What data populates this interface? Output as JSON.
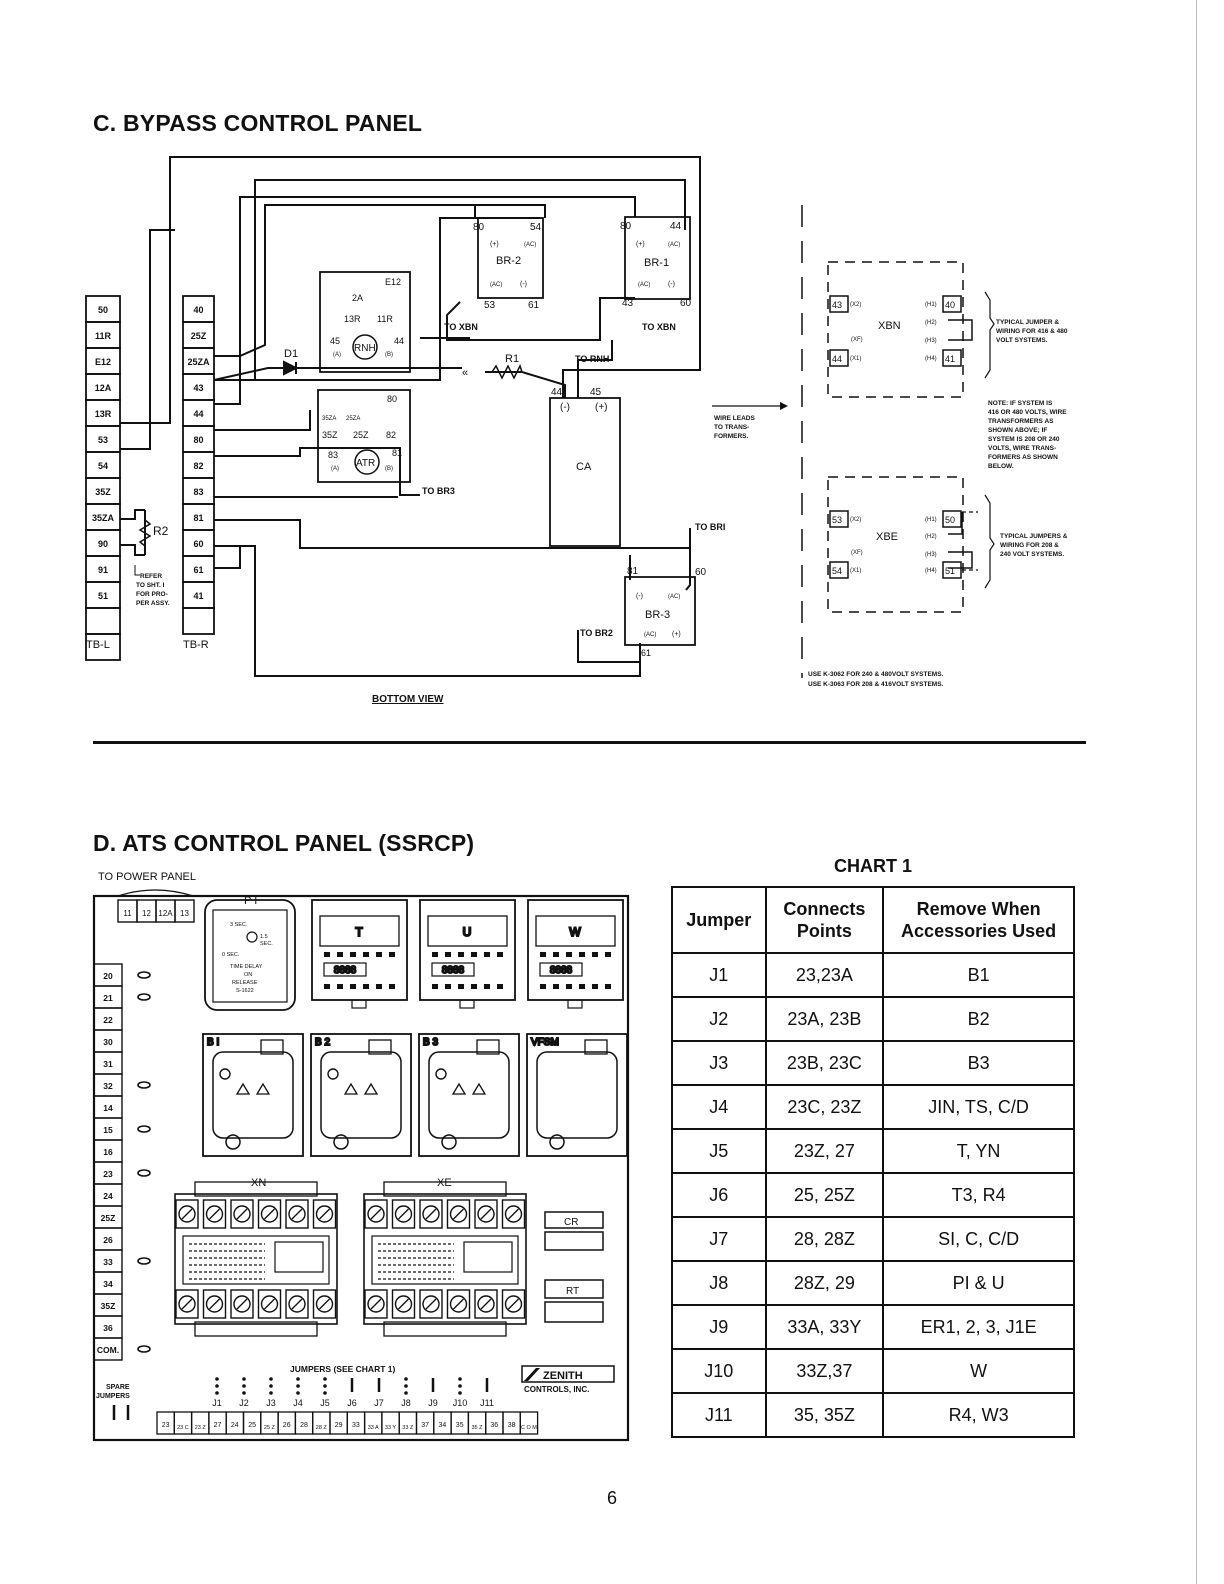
{
  "sections": {
    "bypass_title": "C. BYPASS CONTROL PANEL",
    "ats_title": "D. ATS CONTROL PANEL (SSRCP)"
  },
  "bypass": {
    "tb_l_label": "TB-L",
    "tb_r_label": "TB-R",
    "tb_l": [
      "50",
      "11R",
      "E12",
      "12A",
      "13R",
      "53",
      "54",
      "35Z",
      "35ZA",
      "90",
      "91",
      "51",
      "",
      ""
    ],
    "tb_r": [
      "40",
      "25Z",
      "25ZA",
      "43",
      "44",
      "80",
      "82",
      "83",
      "81",
      "60",
      "61",
      "41",
      ""
    ],
    "r2": "R2",
    "refer_note": [
      "REFER",
      "TO SHT. I",
      "FOR PRO-",
      "PER ASSY."
    ],
    "d1": "D1",
    "r1": "R1",
    "br2": {
      "name": "BR-2",
      "t80": "80",
      "t54": "54",
      "t53": "53",
      "t61": "61",
      "plus": "(+)",
      "ac": "(AC)",
      "minus": "(-)"
    },
    "br1": {
      "name": "BR-1",
      "t80": "80",
      "t44": "44",
      "t43": "43",
      "t60": "60",
      "plus": "(+)",
      "ac": "(AC)",
      "minus": "(-)"
    },
    "br3": {
      "name": "BR-3",
      "t81": "81",
      "t60": "60",
      "t61": "61",
      "minus": "(-)",
      "ac": "(AC)",
      "plus": "(+)"
    },
    "rnh": {
      "name": "RNH",
      "t45": "45",
      "t44": "44",
      "a": "(A)",
      "b": "(B)",
      "c1": "E12",
      "c2": "2A",
      "c3": "13R",
      "c4": "11R"
    },
    "atr": {
      "name": "ATR",
      "t83": "83",
      "t81": "81",
      "a": "(A)",
      "b": "(B)",
      "c1": "35ZA",
      "c2": "25ZA",
      "c3": "80",
      "c4": "35Z",
      "c5": "25Z",
      "c6": "82"
    },
    "ca": {
      "name": "CA",
      "t44": "44",
      "t45": "45",
      "minus": "(-)",
      "plus": "(+)"
    },
    "to_xbn_1": "TO XBN",
    "to_xbn_2": "TO XBN",
    "to_rnh": "TO RNH",
    "to_br3": "TO BR3",
    "to_br1": "TO BRI",
    "to_br2": "TO BR2",
    "bottom_view": "BOTTOM VIEW",
    "wire_leads": [
      "WIRE LEADS",
      "TO TRANS-",
      "FORMERS."
    ],
    "xbn": {
      "name": "XBN",
      "t43": "43",
      "t44": "44",
      "x2": "(X2)",
      "xf": "(XF)",
      "x1": "(X1)",
      "h1": "(H1)",
      "h2": "(H2)",
      "h3": "(H3)",
      "h4": "(H4)",
      "t40": "40",
      "t41": "41"
    },
    "xbe": {
      "name": "XBE",
      "t53": "53",
      "t54": "54",
      "x2": "(X2)",
      "xf": "(XF)",
      "x1": "(X1)",
      "h1": "(H1)",
      "h2": "(H2)",
      "h3": "(H3)",
      "h4": "(H4)",
      "t50": "50",
      "t51": "51"
    },
    "typical_xbn": [
      "TYPICAL JUMPER &",
      "WIRING FOR 416 & 480",
      "VOLT SYSTEMS."
    ],
    "note": [
      "NOTE: IF SYSTEM IS",
      "416 OR 480 VOLTS, WIRE",
      "TRANSFORMERS AS",
      "SHOWN ABOVE; IF",
      "SYSTEM IS 208 OR 240",
      "VOLTS, WIRE TRANS-",
      "FORMERS AS SHOWN",
      "BELOW."
    ],
    "typical_xbe": [
      "TYPICAL JUMPERS &",
      "WIRING FOR 208 &",
      "240 VOLT SYSTEMS."
    ],
    "use_notes": [
      "USE K-3062 FOR 240 & 480VOLT SYSTEMS.",
      "USE K-3063 FOR 208 & 416VOLT SYSTEMS."
    ]
  },
  "ats": {
    "to_power_panel": "TO POWER PANEL",
    "top_terms": [
      "11",
      "12",
      "12A",
      "13"
    ],
    "left_terms": [
      "20",
      "21",
      "22",
      "30",
      "31",
      "32",
      "14",
      "15",
      "16",
      "23",
      "24",
      "25Z",
      "26",
      "33",
      "34",
      "35Z",
      "36",
      "COM."
    ],
    "pi": {
      "name": "P I",
      "l1": "3 SEC.",
      "l2": "1.5",
      "l3": "SEC.",
      "l4": "0 SEC.",
      "l5": "TIME DELAY",
      "l6": "ON",
      "l7": "RELEASE",
      "l8": "S-1622"
    },
    "timers": [
      {
        "name": "T",
        "disp": "8888"
      },
      {
        "name": "U",
        "disp": "8888"
      },
      {
        "name": "W",
        "disp": "8888"
      }
    ],
    "modules": [
      "B I",
      "B 2",
      "B 3",
      "VFSM"
    ],
    "xn": "XN",
    "xe": "XE",
    "cr": "CR",
    "rt": "RT",
    "jumpers_label": "JUMPERS (SEE CHART 1)",
    "jumper_labels": [
      "J1",
      "J2",
      "J3",
      "J4",
      "J5",
      "J6",
      "J7",
      "J8",
      "J9",
      "J10",
      "J11"
    ],
    "spare": [
      "SPARE",
      "JUMPERS"
    ],
    "zenith": "ZENITH",
    "zenith_sub": "CONTROLS, INC.",
    "bottom_terms": [
      "23",
      "23 C",
      "23 Z",
      "27",
      "24",
      "25",
      "25 Z",
      "26",
      "28",
      "28 Z",
      "29",
      "33",
      "33 A",
      "33 Y",
      "33 Z",
      "37",
      "34",
      "35",
      "35 Z",
      "36",
      "38",
      "C O M"
    ]
  },
  "chart1": {
    "title": "CHART 1",
    "headers": [
      "Jumper",
      "Connects Points",
      "Remove When Accessories Used"
    ],
    "rows": [
      [
        "J1",
        "23,23A",
        "B1"
      ],
      [
        "J2",
        "23A, 23B",
        "B2"
      ],
      [
        "J3",
        "23B, 23C",
        "B3"
      ],
      [
        "J4",
        "23C, 23Z",
        "JIN, TS, C/D"
      ],
      [
        "J5",
        "23Z, 27",
        "T, YN"
      ],
      [
        "J6",
        "25, 25Z",
        "T3, R4"
      ],
      [
        "J7",
        "28, 28Z",
        "SI, C, C/D"
      ],
      [
        "J8",
        "28Z, 29",
        "PI & U"
      ],
      [
        "J9",
        "33A, 33Y",
        "ER1, 2, 3, J1E"
      ],
      [
        "J10",
        "33Z,37",
        "W"
      ],
      [
        "J11",
        "35, 35Z",
        "R4, W3"
      ]
    ]
  },
  "page_number": "6"
}
